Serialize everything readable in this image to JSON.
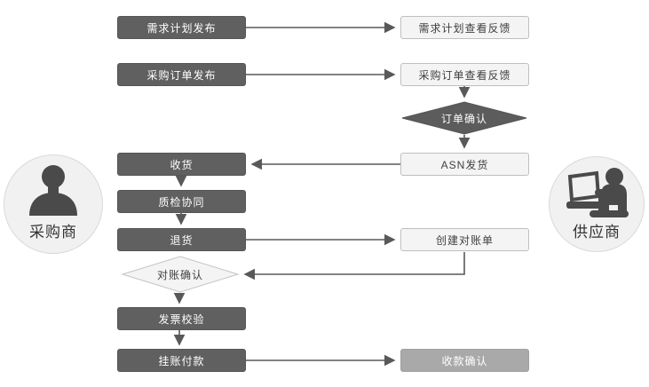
{
  "flowchart": {
    "buyer": {
      "label": "采购商"
    },
    "supplier": {
      "label": "供应商"
    },
    "buyer_steps": [
      {
        "label": "需求计划发布"
      },
      {
        "label": "采购订单发布"
      },
      {
        "label": "收货"
      },
      {
        "label": "质检协同"
      },
      {
        "label": "退货"
      },
      {
        "label": "发票校验"
      },
      {
        "label": "挂账付款"
      }
    ],
    "supplier_steps": [
      {
        "label": "需求计划查看反馈"
      },
      {
        "label": "采购订单查看反馈"
      },
      {
        "label": "ASN发货"
      },
      {
        "label": "创建对账单"
      },
      {
        "label": "收款确认"
      }
    ],
    "decisions": [
      {
        "label": "订单确认"
      },
      {
        "label": "对账确认"
      }
    ],
    "colors": {
      "dark_box": "#606060",
      "light_box_bg": "#f4f4f4",
      "light_box_border": "#bfbfbf",
      "muted_box": "#a9a9a9",
      "arrow": "#595959",
      "dark_text": "#404040",
      "circle_bg": "#f1f1f1",
      "circle_border": "#d9d9d9",
      "icon": "#4a4a4a"
    }
  }
}
